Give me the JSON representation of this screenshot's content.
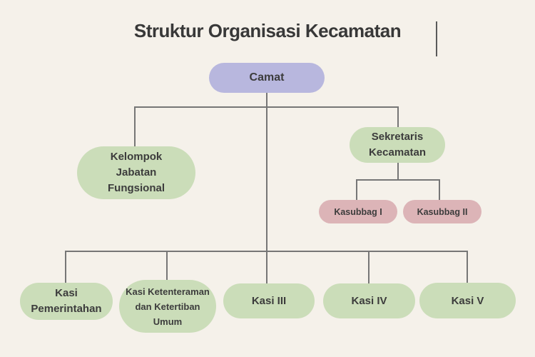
{
  "title": "Struktur Organisasi Kecamatan",
  "colors": {
    "background": "#f5f1ea",
    "purple": "#b8b7de",
    "green": "#cbddb9",
    "pink": "#dcb4b7",
    "line": "#767676",
    "text": "#3c3c3c",
    "title_text": "#383838",
    "deco_line": "#5a5a5a"
  },
  "nodes": {
    "camat": {
      "label": "Camat"
    },
    "kelompok_jabatan_fungsional": {
      "label": "Kelompok Jabatan Fungsional"
    },
    "sekretaris_kecamatan": {
      "label": "Sekretaris Kecamatan"
    },
    "kasubbag_1": {
      "label": "Kasubbag I"
    },
    "kasubbag_2": {
      "label": "Kasubbag II"
    },
    "kasi_pemerintahan": {
      "label": "Kasi Pemerintahan"
    },
    "kasi_ketenteraman": {
      "label": "Kasi Ketenteraman dan Ketertiban Umum"
    },
    "kasi_3": {
      "label": "Kasi III"
    },
    "kasi_4": {
      "label": "Kasi IV"
    },
    "kasi_5": {
      "label": "Kasi V"
    }
  },
  "hierarchy": {
    "root": "Camat",
    "children_of_camat": [
      "Kelompok Jabatan Fungsional",
      "Sekretaris Kecamatan",
      "Kasi Pemerintahan",
      "Kasi Ketenteraman dan Ketertiban Umum",
      "Kasi III",
      "Kasi IV",
      "Kasi V"
    ],
    "children_of_sekretaris_kecamatan": [
      "Kasubbag I",
      "Kasubbag II"
    ]
  }
}
